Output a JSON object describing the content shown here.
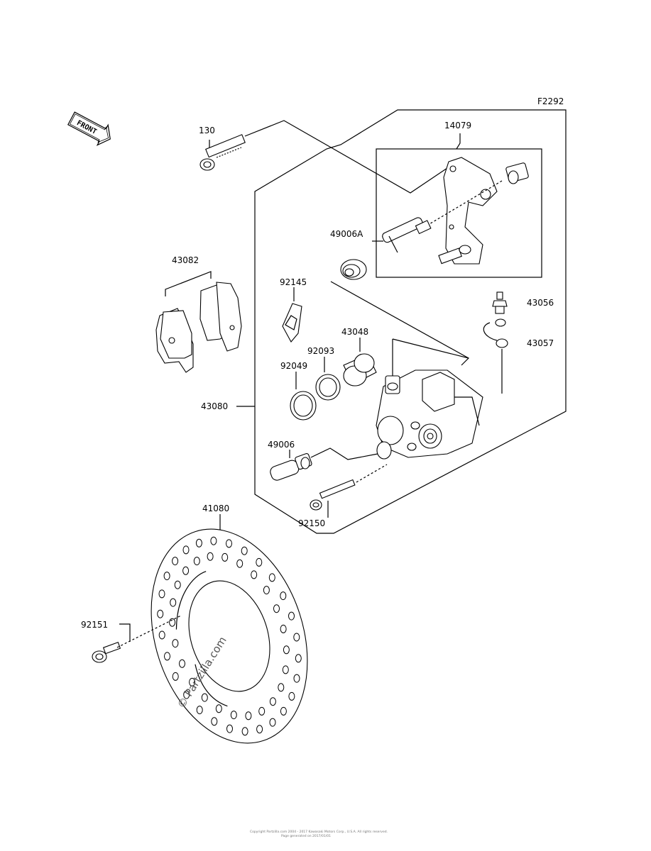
{
  "figure_code": "F2292",
  "front_label": "FRONT",
  "parts": {
    "p130": "130",
    "p14079": "14079",
    "p49006A": "49006A",
    "p43082": "43082",
    "p92145": "92145",
    "p43056": "43056",
    "p43057": "43057",
    "p43048": "43048",
    "p92093": "92093",
    "p92049": "92049",
    "p43080": "43080",
    "p49006": "49006",
    "p92150": "92150",
    "p41080": "41080",
    "p92151": "92151"
  },
  "watermark": "© Partzilla.com",
  "footer": {
    "line1": "Copyright Partzilla.com 2004 - 2017 Kawasaki Motors Corp., U.S.A. All rights reserved.",
    "line2": "Page generated on 2017/01/01"
  }
}
